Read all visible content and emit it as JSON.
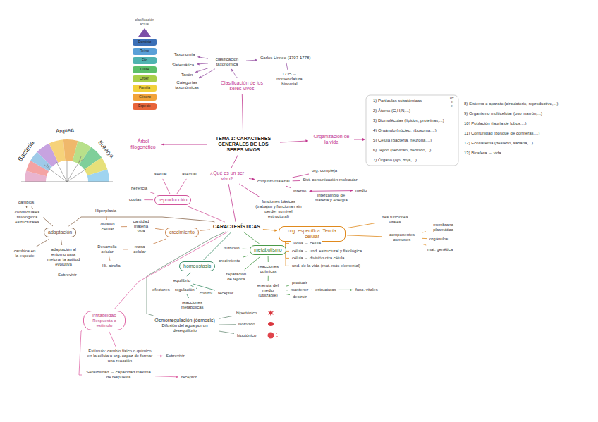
{
  "diagram": {
    "nodes": [
      {
        "text": [
          "TEMA 1: CARACTERES GENERALES DE LOS SERES VIVOS"
        ]
      },
      {
        "text": [
          "Clasificación de los seres vivos"
        ]
      },
      {
        "text": [
          "clasificación taxonómica"
        ]
      },
      {
        "text": [
          "Carlos Linneo (1707-1778)"
        ]
      },
      {
        "text": [
          "1735 → nomenclatura binomial"
        ]
      },
      {
        "text": [
          "Taxonomía"
        ]
      },
      {
        "text": [
          "Sistemática"
        ]
      },
      {
        "text": [
          "Taxón"
        ]
      },
      {
        "text": [
          "Categorías taxonómicas"
        ]
      },
      {
        "text": [
          "Árbol filogenético"
        ]
      },
      {
        "text": [
          "Organización de la vida"
        ]
      },
      {
        "text": [
          "1) Partículas subatómicas"
        ]
      },
      {
        "text": [
          "2) Átomo (C,H,N,...)"
        ]
      },
      {
        "text": [
          "3) Biomoléculas (lípidos, proteínas,...)"
        ]
      },
      {
        "text": [
          "4) Orgánulo (núcleo, ribosoma,...)"
        ]
      },
      {
        "text": [
          "5) Célula (bacteria, neurona,...)"
        ]
      },
      {
        "text": [
          "6) Tejido (nervioso, dérmico,...)"
        ]
      },
      {
        "text": [
          "7) Órgano (ojo, hoja,...)"
        ]
      },
      {
        "text": [
          "8) Sistema o aparato (circulatorio, reproductivo,...)"
        ]
      },
      {
        "text": [
          "9) Organismo multicelular (oso marrón,...)"
        ]
      },
      {
        "text": [
          "10) Población (jauría de lobos,...)"
        ]
      },
      {
        "text": [
          "11) Comunidad (bosque de coníferas,...)"
        ]
      },
      {
        "text": [
          "12) Ecosistema (desierto, sabana,...)"
        ]
      },
      {
        "text": [
          "13) Biosfera → vida"
        ]
      },
      {
        "text": [
          "¿Qué es un ser vivo?"
        ]
      },
      {
        "text": [
          "conjunto material"
        ]
      },
      {
        "text": [
          "org. compleja"
        ]
      },
      {
        "text": [
          "Sist. comunicación molecular"
        ]
      },
      {
        "text": [
          "interno"
        ]
      },
      {
        "text": [
          "medio"
        ]
      },
      {
        "text": [
          "funciones básicas (trabajan y funcionan sin perder su nivel estructural)"
        ]
      },
      {
        "text": [
          "CARACTERÍSTICAS"
        ]
      },
      {
        "text": [
          "reproducción"
        ]
      },
      {
        "text": [
          "sexual"
        ]
      },
      {
        "text": [
          "asexual"
        ]
      },
      {
        "text": [
          "herencia"
        ]
      },
      {
        "text": [
          "copias"
        ]
      },
      {
        "text": [
          "adaptación"
        ]
      },
      {
        "text": [
          "cambios"
        ]
      },
      {
        "text": [
          "conductuales fisiológicos estructurales"
        ]
      },
      {
        "text": [
          "cambios en la especie"
        ]
      },
      {
        "text": [
          "adaptación al entorno para mejorar la aptitud evolutiva"
        ]
      },
      {
        "text": [
          "Hiperplasia"
        ]
      },
      {
        "text": [
          "división celular"
        ]
      },
      {
        "text": [
          "cantidad materia viva"
        ]
      },
      {
        "text": [
          "crecimiento"
        ]
      },
      {
        "text": [
          "Desarrollo celular"
        ]
      },
      {
        "text": [
          "masa celular"
        ]
      },
      {
        "text": [
          "Hi. atrofia"
        ]
      },
      {
        "text": [
          "homeostasis"
        ]
      },
      {
        "text": [
          "nutrición"
        ]
      },
      {
        "text": [
          "crecimiento"
        ]
      },
      {
        "text": [
          "reparación de tejidos"
        ]
      },
      {
        "text": [
          "metabolismo"
        ]
      },
      {
        "text": [
          "reacciones químicas"
        ]
      },
      {
        "text": [
          "energía del medio (utilizable)"
        ]
      },
      {
        "text": [
          "producir"
        ]
      },
      {
        "text": [
          "mantener"
        ]
      },
      {
        "text": [
          "destruir"
        ]
      },
      {
        "text": [
          "estructuras"
        ]
      },
      {
        "text": [
          "func. vitales"
        ]
      },
      {
        "text": [
          "equilibrio"
        ]
      },
      {
        "text": [
          "efectores"
        ]
      },
      {
        "text": [
          "regulación"
        ]
      },
      {
        "text": [
          "control"
        ]
      },
      {
        "text": [
          "receptor"
        ]
      },
      {
        "text": [
          "reacciones metabólicas"
        ]
      },
      {
        "text": [
          "org. específica: Teoría celular"
        ]
      },
      {
        "text": [
          "Todos → célula"
        ]
      },
      {
        "text": [
          "célula → und. estructural y fisiológica"
        ]
      },
      {
        "text": [
          "célula → división otra célula"
        ]
      },
      {
        "text": [
          "und. de la vida (mat. más elemental)"
        ]
      },
      {
        "text": [
          "tres funciones vitales"
        ]
      },
      {
        "text": [
          "componentes comunes"
        ]
      },
      {
        "text": [
          "membrana plasmática"
        ]
      },
      {
        "text": [
          "orgánulos"
        ]
      },
      {
        "text": [
          "mat. genética"
        ]
      },
      {
        "text": [
          "Osmorregulación (ósmosis)",
          "Difusión del agua por un desequilibrio"
        ]
      },
      {
        "text": [
          "hipertónico"
        ]
      },
      {
        "text": [
          "isotónico"
        ]
      },
      {
        "text": [
          "hipotónico"
        ]
      },
      {
        "text": [
          "Irritabilidad",
          "Respuesta a estímulo"
        ]
      },
      {
        "text": [
          "Estímulo: cambio físico o químico en la célula u org. capaz de formar una reacción"
        ]
      },
      {
        "text": [
          "Sobrevivir"
        ]
      },
      {
        "text": [
          "Sensibilidad → capacidad máxima de respuesta"
        ]
      },
      {
        "text": [
          "receptor"
        ]
      }
    ],
    "edges": [
      {
        "from": 0,
        "to": 1,
        "arrow": "none"
      },
      {
        "from": 1,
        "to": 2,
        "arrow": "to"
      },
      {
        "from": 2,
        "to": 3,
        "arrow": "to"
      },
      {
        "from": 3,
        "to": 4,
        "arrow": "none"
      },
      {
        "from": 2,
        "to": 5,
        "arrow": "to"
      },
      {
        "from": 2,
        "to": 6,
        "arrow": "to"
      },
      {
        "from": 2,
        "to": 7,
        "arrow": "to"
      },
      {
        "from": 2,
        "to": 8,
        "arrow": "to"
      },
      {
        "from": 0,
        "to": 9,
        "arrow": "to"
      },
      {
        "from": 0,
        "to": 10,
        "arrow": "to"
      },
      {
        "from": 0,
        "to": 24,
        "arrow": "none"
      },
      {
        "from": 24,
        "to": 25,
        "arrow": "to"
      },
      {
        "from": 25,
        "to": 26,
        "arrow": "none"
      },
      {
        "from": 25,
        "to": 27,
        "arrow": "none"
      },
      {
        "from": 25,
        "to": 28,
        "arrow": "none"
      },
      {
        "from": 28,
        "to": 29,
        "arrow": "both",
        "label": "intercambio de materia y energía"
      },
      {
        "from": 24,
        "to": 30,
        "arrow": "none"
      },
      {
        "from": 24,
        "to": 31,
        "arrow": "none"
      },
      {
        "from": 31,
        "to": 32,
        "arrow": "none"
      },
      {
        "from": 32,
        "to": 33,
        "arrow": "none"
      },
      {
        "from": 32,
        "to": 34,
        "arrow": "none"
      },
      {
        "from": 32,
        "to": 35,
        "arrow": "none"
      },
      {
        "from": 32,
        "to": 36,
        "arrow": "none"
      },
      {
        "from": 31,
        "to": 37,
        "arrow": "none"
      },
      {
        "from": 37,
        "to": 38,
        "arrow": "none"
      },
      {
        "from": 38,
        "to": 39,
        "arrow": "to"
      },
      {
        "from": 37,
        "to": 40,
        "arrow": "none"
      },
      {
        "from": 37,
        "to": 41,
        "arrow": "none"
      },
      {
        "from": 31,
        "to": 45,
        "arrow": "none"
      },
      {
        "from": 45,
        "to": 44,
        "arrow": "none"
      },
      {
        "from": 44,
        "to": 43,
        "arrow": "none"
      },
      {
        "from": 43,
        "to": 42,
        "arrow": "none"
      },
      {
        "from": 45,
        "to": 47,
        "arrow": "none"
      },
      {
        "from": 47,
        "to": 46,
        "arrow": "none"
      },
      {
        "from": 46,
        "to": 48,
        "arrow": "none"
      },
      {
        "from": 31,
        "to": 49,
        "arrow": "none"
      },
      {
        "from": 49,
        "to": 61,
        "arrow": "none"
      },
      {
        "from": 61,
        "to": 62,
        "arrow": "none"
      },
      {
        "from": 61,
        "to": 63,
        "arrow": "none"
      },
      {
        "from": 61,
        "to": 64,
        "arrow": "none"
      },
      {
        "from": 61,
        "to": 65,
        "arrow": "none"
      },
      {
        "from": 63,
        "to": 66,
        "arrow": "none"
      },
      {
        "from": 31,
        "to": 53,
        "arrow": "none"
      },
      {
        "from": 53,
        "to": 50,
        "arrow": "none"
      },
      {
        "from": 53,
        "to": 51,
        "arrow": "none"
      },
      {
        "from": 53,
        "to": 52,
        "arrow": "none"
      },
      {
        "from": 53,
        "to": 54,
        "arrow": "none"
      },
      {
        "from": 54,
        "to": 55,
        "arrow": "none"
      },
      {
        "from": 55,
        "to": 56,
        "arrow": "none"
      },
      {
        "from": 55,
        "to": 57,
        "arrow": "none"
      },
      {
        "from": 55,
        "to": 58,
        "arrow": "none"
      },
      {
        "from": 57,
        "to": 59,
        "arrow": "none"
      },
      {
        "from": 59,
        "to": 60,
        "arrow": "to"
      },
      {
        "from": 31,
        "to": 67,
        "arrow": "to"
      },
      {
        "from": 67,
        "to": 68,
        "arrow": "none"
      },
      {
        "from": 67,
        "to": 69,
        "arrow": "none"
      },
      {
        "from": 67,
        "to": 70,
        "arrow": "none"
      },
      {
        "from": 67,
        "to": 71,
        "arrow": "none"
      },
      {
        "from": 67,
        "to": 72,
        "arrow": "none"
      },
      {
        "from": 67,
        "to": 73,
        "arrow": "none"
      },
      {
        "from": 73,
        "to": 74,
        "arrow": "none"
      },
      {
        "from": 73,
        "to": 75,
        "arrow": "none"
      },
      {
        "from": 73,
        "to": 76,
        "arrow": "none"
      },
      {
        "from": 31,
        "to": 77,
        "arrow": "none"
      },
      {
        "from": 77,
        "to": 78,
        "arrow": "none"
      },
      {
        "from": 77,
        "to": 79,
        "arrow": "none"
      },
      {
        "from": 77,
        "to": 80,
        "arrow": "none"
      },
      {
        "from": 31,
        "to": 81,
        "arrow": "none"
      },
      {
        "from": 81,
        "to": 82,
        "arrow": "none"
      },
      {
        "from": 82,
        "to": 83,
        "arrow": "to"
      },
      {
        "from": 81,
        "to": 84,
        "arrow": "none"
      },
      {
        "from": 84,
        "to": 85,
        "arrow": "to"
      }
    ],
    "labels": [
      "clasificación actual",
      "Dominio",
      "Reino",
      "Filo",
      "Clase",
      "Orden",
      "Familia",
      "Género",
      "Especie",
      "Bacteria",
      "Arquea",
      "Eukarya",
      "p+",
      "n",
      "e-",
      "Sobrevivir"
    ]
  }
}
